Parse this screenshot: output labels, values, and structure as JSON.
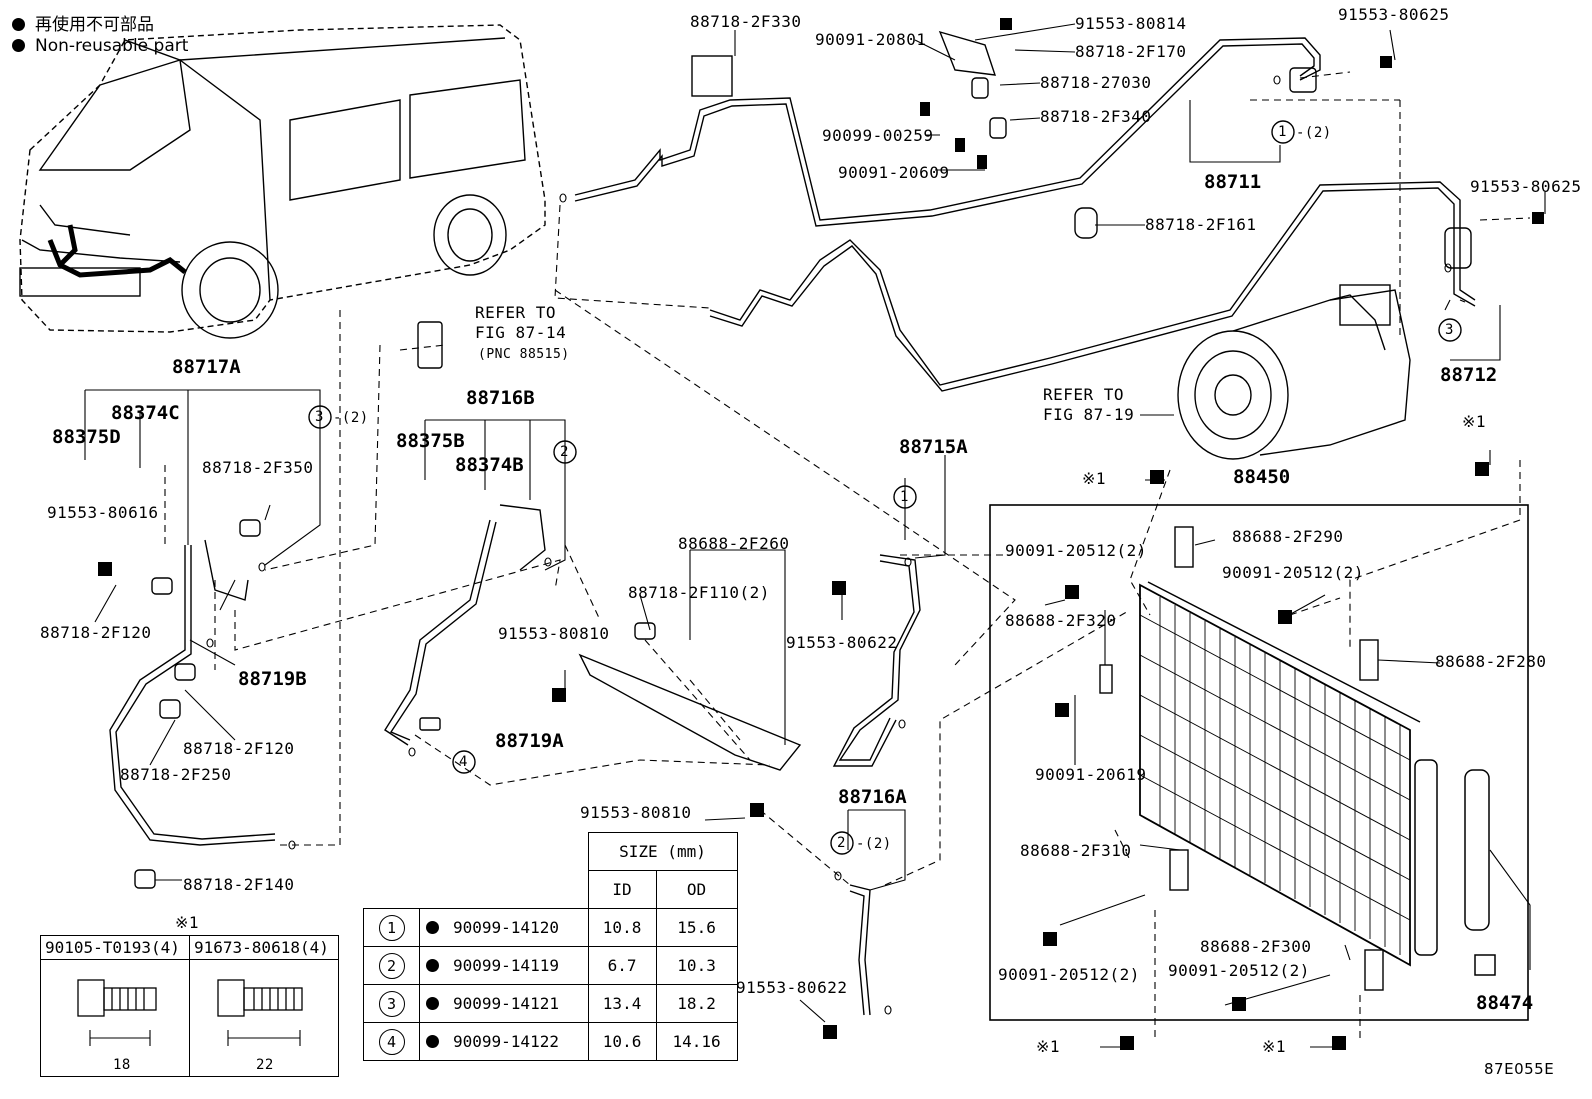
{
  "legend": {
    "jp": "再使用不可部品",
    "en": "Non-reusable part"
  },
  "ref_notes": {
    "refer_to": "REFER TO",
    "fig_87_14": "FIG 87-14",
    "pnc_88515": "(PNC 88515)",
    "fig_87_19": "FIG 87-19"
  },
  "asm_labels": {
    "a88717A": "88717A",
    "a88716B": "88716B",
    "a88715A": "88715A",
    "a88716A": "88716A",
    "a88711": "88711",
    "a88712": "88712",
    "a88450": "88450",
    "a88474": "88474",
    "a88719A": "88719A",
    "a88719B": "88719B",
    "a88374C": "88374C",
    "a88375D": "88375D",
    "a88375B": "88375B",
    "a88374B": "88374B"
  },
  "part_labels": {
    "p1": "88718-2F330",
    "p2": "90091-20801",
    "p3": "91553-80814",
    "p4": "88718-2F170",
    "p5": "88718-27030",
    "p6": "88718-2F340",
    "p7": "90099-00259",
    "p8": "90091-20609",
    "p9": "88718-2F161",
    "p10": "91553-80625",
    "p11": "91553-80625",
    "p12": "88718-2F350",
    "p13": "91553-80616",
    "p14": "88718-2F120",
    "p15": "88718-2F120",
    "p16": "88718-2F250",
    "p17": "88718-2F140",
    "p18": "91553-80810",
    "p19": "88688-2F260",
    "p20": "88718-2F110(2)",
    "p21": "91553-80810",
    "p22": "91553-80622",
    "p23": "91553-80622",
    "p24": "90091-20512(2)",
    "p25": "88688-2F290",
    "p26": "90091-20512(2)",
    "p27": "88688-2F320",
    "p28": "88688-2F280",
    "p29": "90091-20619",
    "p30": "88688-2F310",
    "p31": "90091-20512(2)",
    "p32": "88688-2F300",
    "p33": "90091-20512(2)"
  },
  "marks": {
    "x1": "※1",
    "qty2": "-(2)",
    "c1": "1",
    "c2": "2",
    "c3": "3",
    "c4": "4"
  },
  "size_table": {
    "header": "SIZE (mm)",
    "col_id": "ID",
    "col_od": "OD",
    "rows": [
      {
        "n": "1",
        "part": "90099-14120",
        "id": "10.8",
        "od": "15.6"
      },
      {
        "n": "2",
        "part": "90099-14119",
        "id": "6.7",
        "od": "10.3"
      },
      {
        "n": "3",
        "part": "90099-14121",
        "id": "13.4",
        "od": "18.2"
      },
      {
        "n": "4",
        "part": "90099-14122",
        "id": "10.6",
        "od": "14.16"
      }
    ]
  },
  "bolt_table": {
    "mark": "※1",
    "col1": "90105-T0193(4)",
    "col2": "91673-80618(4)",
    "len1": "18",
    "len2": "22"
  },
  "figure_code": "87E055E"
}
